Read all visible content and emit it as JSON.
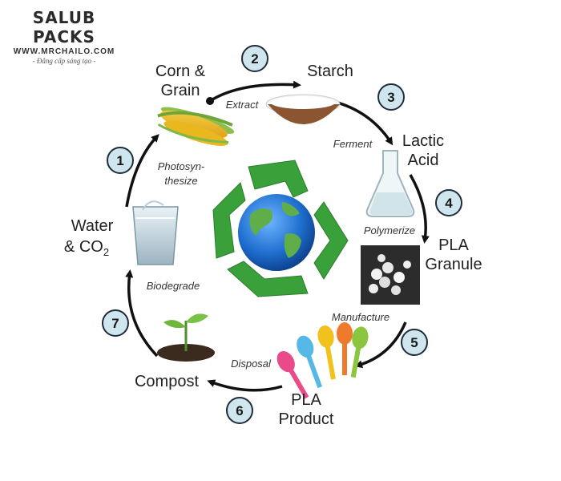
{
  "branding": {
    "name": "SALUB PACKS",
    "url": "WWW.MRCHAILO.COM",
    "slogan": "- Đẳng cấp sáng tạo -"
  },
  "stages": {
    "corn_grain": [
      "Corn &",
      "Grain"
    ],
    "starch": "Starch",
    "lactic_acid": [
      "Lactic",
      "Acid"
    ],
    "pla_granule": [
      "PLA",
      "Granule"
    ],
    "pla_product": [
      "PLA",
      "Product"
    ],
    "compost": "Compost",
    "water_co2": [
      "Water",
      "& CO",
      "2"
    ]
  },
  "processes": {
    "extract": "Extract",
    "ferment": "Ferment",
    "polymerize": "Polymerize",
    "manufacture": "Manufacture",
    "disposal": "Disposal",
    "biodegrade": "Biodegrade",
    "photosynthesize": [
      "Photosyn-",
      "thesize"
    ]
  },
  "step_numbers": [
    "1",
    "2",
    "3",
    "4",
    "5",
    "6",
    "7"
  ],
  "colors": {
    "arrow": "#111111",
    "badge_fill": "#cfe6ef",
    "recycle_green": "#3aa03a",
    "earth_blue": "#1f6fd0"
  },
  "icons": [
    "corn-icon",
    "starch-bowl-icon",
    "flask-icon",
    "pla-granules-icon",
    "spoons-icon",
    "sprout-soil-icon",
    "water-glass-icon",
    "recycle-globe-icon"
  ]
}
